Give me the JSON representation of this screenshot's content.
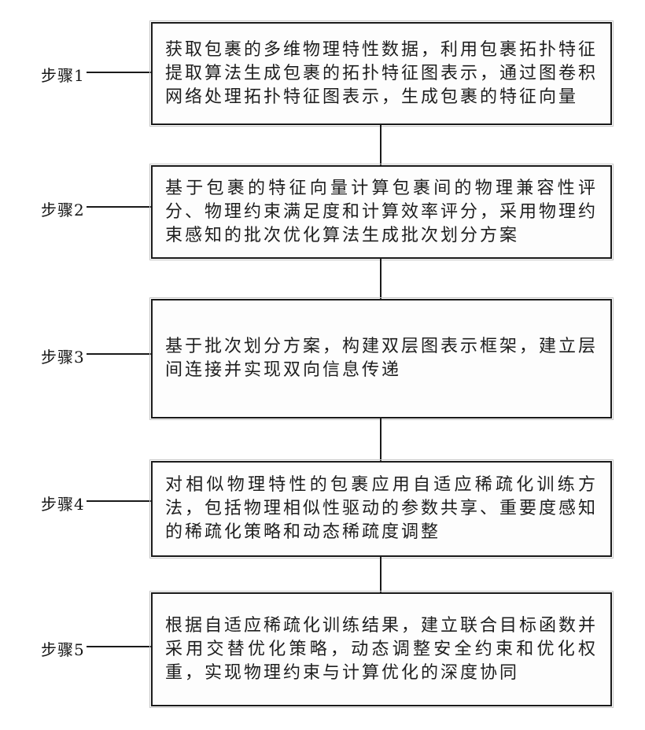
{
  "flowchart": {
    "type": "vertical-step-flowchart",
    "colors": {
      "line": "#1a1a1a",
      "box_border": "#1a1a1a",
      "box_background": "#fdfdfd",
      "text": "#1e1e1e",
      "page_background": "#ffffff"
    },
    "steps": [
      {
        "label": "步骤1",
        "text": "获取包裹的多维物理特性数据，利用包裹拓扑特征提取算法生成包裹的拓扑特征图表示，通过图卷积网络处理拓扑特征图表示，生成包裹的特征向量"
      },
      {
        "label": "步骤2",
        "text": "基于包裹的特征向量计算包裹间的物理兼容性评分、物理约束满足度和计算效率评分，采用物理约束感知的批次优化算法生成批次划分方案"
      },
      {
        "label": "步骤3",
        "text": "基于批次划分方案，构建双层图表示框架，建立层间连接并实现双向信息传递"
      },
      {
        "label": "步骤4",
        "text": "对相似物理特性的包裹应用自适应稀疏化训练方法，包括物理相似性驱动的参数共享、重要度感知的稀疏化策略和动态稀疏度调整"
      },
      {
        "label": "步骤5",
        "text": "根据自适应稀疏化训练结果，建立联合目标函数并采用交替优化策略，动态调整安全约束和优化权重，实现物理约束与计算优化的深度协同"
      }
    ]
  }
}
